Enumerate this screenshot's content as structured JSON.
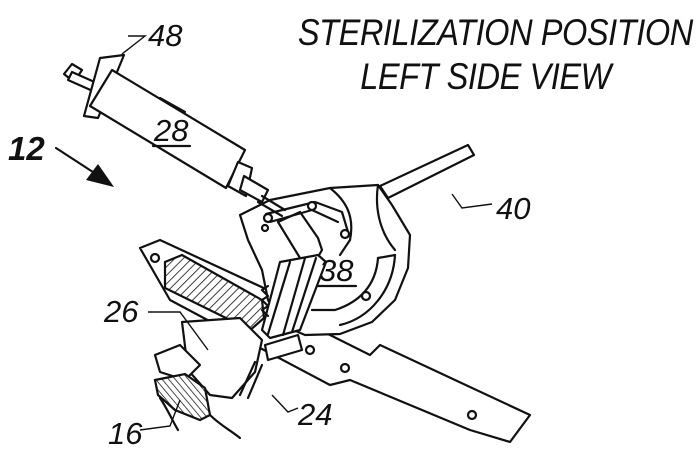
{
  "title": {
    "line1": "STERILIZATION POSITION",
    "line2": "LEFT SIDE VIEW"
  },
  "labels": {
    "l48": "48",
    "l28": "28",
    "l12": "12",
    "l40": "40",
    "l38": "38",
    "l26": "26",
    "l24": "24",
    "l16": "16"
  }
}
